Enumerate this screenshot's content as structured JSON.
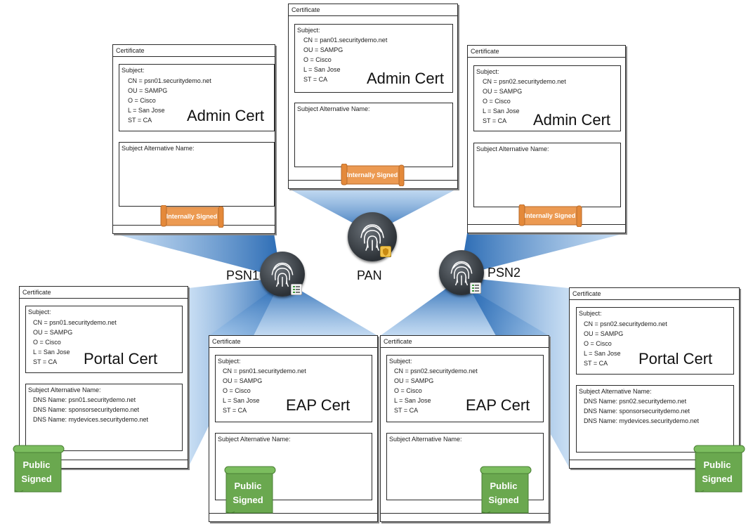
{
  "nodes": {
    "pan": {
      "label": "PAN",
      "icon": "fingerprint-icon",
      "badge": "shield-icon"
    },
    "psn1": {
      "label": "PSN1",
      "icon": "fingerprint-icon",
      "badge": "list-icon"
    },
    "psn2": {
      "label": "PSN2",
      "icon": "fingerprint-icon",
      "badge": "list-icon"
    }
  },
  "colors": {
    "beam": "#2f74c0",
    "internal_scroll": "#ec9a52",
    "public_scroll": "#6aa84f"
  },
  "certs": {
    "admin_psn1": {
      "header": "Certificate",
      "subject_title": "Subject:",
      "lines": [
        "CN = psn01.securitydemo.net",
        "OU = SAMPG",
        "O = Cisco",
        "L = San Jose",
        "ST = CA"
      ],
      "san_title": "Subject Alternative Name:",
      "san": [],
      "name": "Admin Cert",
      "seal": "Internally Signed"
    },
    "admin_pan": {
      "header": "Certificate",
      "subject_title": "Subject:",
      "lines": [
        "CN = pan01.securitydemo.net",
        "OU = SAMPG",
        "O = Cisco",
        "L = San Jose",
        "ST = CA"
      ],
      "san_title": "Subject Alternative Name:",
      "san": [],
      "name": "Admin Cert",
      "seal": "Internally Signed"
    },
    "admin_psn2": {
      "header": "Certificate",
      "subject_title": "Subject:",
      "lines": [
        "CN = psn02.securitydemo.net",
        "OU = SAMPG",
        "O = Cisco",
        "L = San Jose",
        "ST = CA"
      ],
      "san_title": "Subject Alternative Name:",
      "san": [],
      "name": "Admin Cert",
      "seal": "Internally Signed"
    },
    "portal_psn1": {
      "header": "Certificate",
      "subject_title": "Subject:",
      "lines": [
        "CN = psn01.securitydemo.net",
        "OU = SAMPG",
        "O = Cisco",
        "L = San Jose",
        "ST = CA"
      ],
      "san_title": "Subject Alternative Name:",
      "san": [
        "DNS Name:  psn01.securitydemo.net",
        "DNS Name:  sponsorsecuritydemo.net",
        "DNS Name:  mydevices.securitydemo.net"
      ],
      "name": "Portal Cert",
      "seal_line1": "Public",
      "seal_line2": "Signed"
    },
    "eap_psn1": {
      "header": "Certificate",
      "subject_title": "Subject:",
      "lines": [
        "CN = psn01.securitydemo.net",
        "OU = SAMPG",
        "O = Cisco",
        "L = San Jose",
        "ST = CA"
      ],
      "san_title": "Subject Alternative Name:",
      "san": [],
      "name": "EAP Cert",
      "seal_line1": "Public",
      "seal_line2": "Signed"
    },
    "eap_psn2": {
      "header": "Certificate",
      "subject_title": "Subject:",
      "lines": [
        "CN = psn02.securitydemo.net",
        "OU = SAMPG",
        "O = Cisco",
        "L = San Jose",
        "ST = CA"
      ],
      "san_title": "Subject Alternative Name:",
      "san": [],
      "name": "EAP Cert",
      "seal_line1": "Public",
      "seal_line2": "Signed"
    },
    "portal_psn2": {
      "header": "Certificate",
      "subject_title": "Subject:",
      "lines": [
        "CN = psn02.securitydemo.net",
        "OU = SAMPG",
        "O = Cisco",
        "L = San Jose",
        "ST = CA"
      ],
      "san_title": "Subject Alternative Name:",
      "san": [
        "DNS Name:  psn02.securitydemo.net",
        "DNS Name:  sponsorsecuritydemo.net",
        "DNS Name:  mydevices.securitydemo.net"
      ],
      "name": "Portal Cert",
      "seal_line1": "Public",
      "seal_line2": "Signed"
    }
  }
}
